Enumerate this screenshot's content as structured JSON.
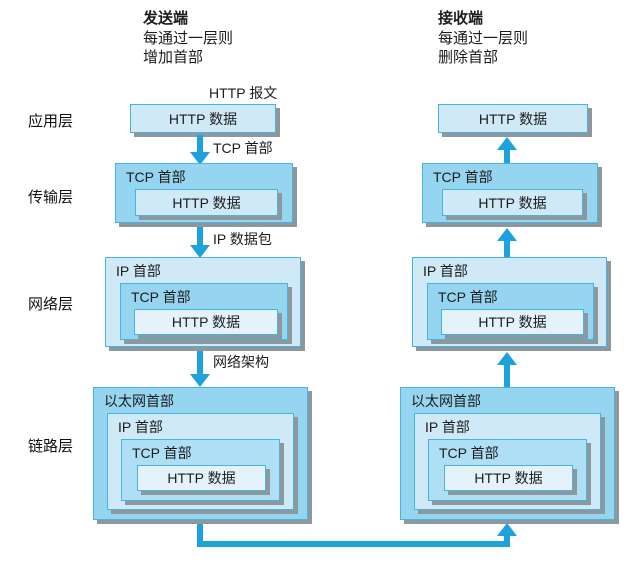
{
  "diagram": {
    "sender": {
      "title": "发送端",
      "subtitle_line1": "每通过一层则",
      "subtitle_line2": "增加首部",
      "packet_label": "HTTP 报文",
      "arrow_labels": [
        "TCP 首部",
        "IP 数据包",
        "网络架构"
      ]
    },
    "receiver": {
      "title": "接收端",
      "subtitle_line1": "每通过一层则",
      "subtitle_line2": "删除首部"
    },
    "layers": [
      {
        "label": "应用层"
      },
      {
        "label": "传输层"
      },
      {
        "label": "网络层"
      },
      {
        "label": "链路层"
      }
    ],
    "box_labels": {
      "http_data": "HTTP 数据",
      "tcp_header": "TCP 首部",
      "ip_header": "IP 首部",
      "ethernet_header": "以太网首部"
    },
    "colors": {
      "arrow_blue": "#1da2dc",
      "box_medium": "#96d5f0",
      "box_light": "#cfe9f7",
      "box_medium_light": "#aedff4",
      "box_lightest": "#e3f2fb",
      "shadow_gray": "#8e979c",
      "border_blue": "#46b4e0",
      "text": "#1c1c1c"
    }
  }
}
